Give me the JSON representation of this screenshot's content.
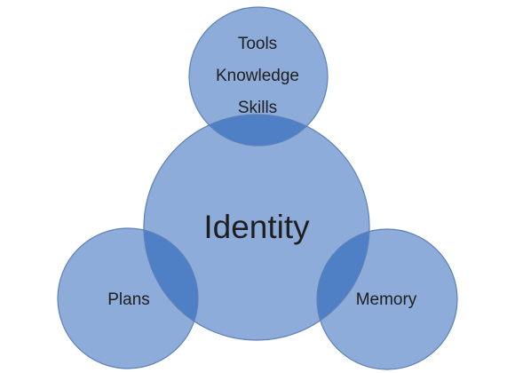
{
  "diagram": {
    "center_label": "Identity",
    "top_labels": [
      "Tools",
      "Knowledge",
      "Skills"
    ],
    "left_label": "Plans",
    "right_label": "Memory"
  },
  "colors": {
    "circle_fill": "#8eacd9",
    "circle_stroke": "#5d81b8",
    "overlap_fill": "#4f7fc4"
  }
}
